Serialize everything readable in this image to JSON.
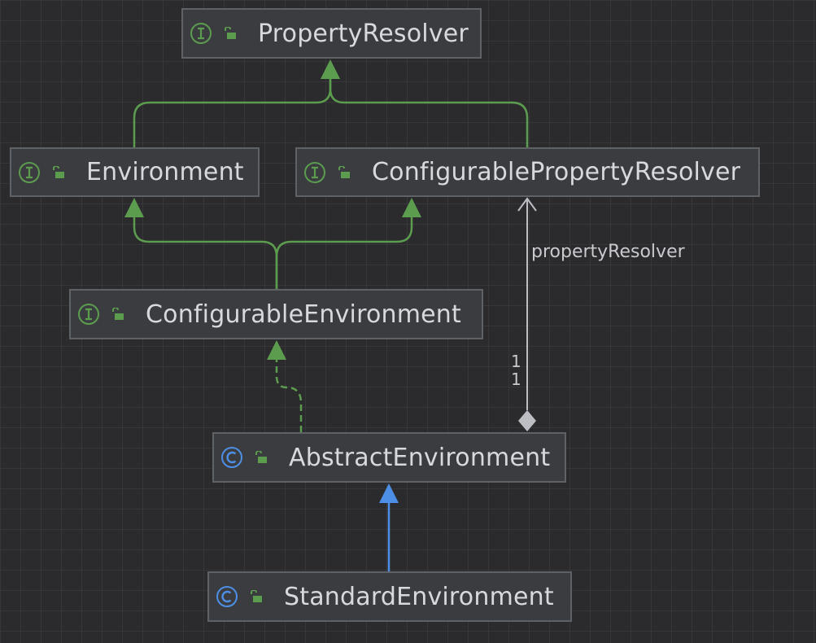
{
  "diagram": {
    "nodes": [
      {
        "id": "PropertyResolver",
        "kind": "interface",
        "kind_icon": "interface-icon",
        "label": "PropertyResolver"
      },
      {
        "id": "Environment",
        "kind": "interface",
        "kind_icon": "interface-icon",
        "label": "Environment"
      },
      {
        "id": "ConfigurablePropertyResolver",
        "kind": "interface",
        "kind_icon": "interface-icon",
        "label": "ConfigurablePropertyResolver"
      },
      {
        "id": "ConfigurableEnvironment",
        "kind": "interface",
        "kind_icon": "interface-icon",
        "label": "ConfigurableEnvironment"
      },
      {
        "id": "AbstractEnvironment",
        "kind": "class",
        "kind_icon": "class-icon",
        "label": "AbstractEnvironment"
      },
      {
        "id": "StandardEnvironment",
        "kind": "class",
        "kind_icon": "class-icon",
        "label": "StandardEnvironment"
      }
    ],
    "edges": [
      {
        "from": "Environment",
        "to": "PropertyResolver",
        "type": "interface-extends"
      },
      {
        "from": "ConfigurablePropertyResolver",
        "to": "PropertyResolver",
        "type": "interface-extends"
      },
      {
        "from": "ConfigurableEnvironment",
        "to": "Environment",
        "type": "interface-extends"
      },
      {
        "from": "ConfigurableEnvironment",
        "to": "ConfigurablePropertyResolver",
        "type": "interface-extends"
      },
      {
        "from": "AbstractEnvironment",
        "to": "ConfigurableEnvironment",
        "type": "implements"
      },
      {
        "from": "StandardEnvironment",
        "to": "AbstractEnvironment",
        "type": "class-extends"
      },
      {
        "from": "AbstractEnvironment",
        "to": "ConfigurablePropertyResolver",
        "type": "composition"
      }
    ],
    "association": {
      "role": "propertyResolver",
      "multiplicity_source": "1",
      "multiplicity_target": "1"
    },
    "colors": {
      "background": "#2b2b2d",
      "grid": "#37373a",
      "node_fill": "#3b3c3f",
      "node_border": "#5e6166",
      "label_text": "#d7d9dd",
      "interface_green": "#5c9c4f",
      "class_blue": "#4d8fe6",
      "composition_gray": "#bcbec4"
    }
  }
}
